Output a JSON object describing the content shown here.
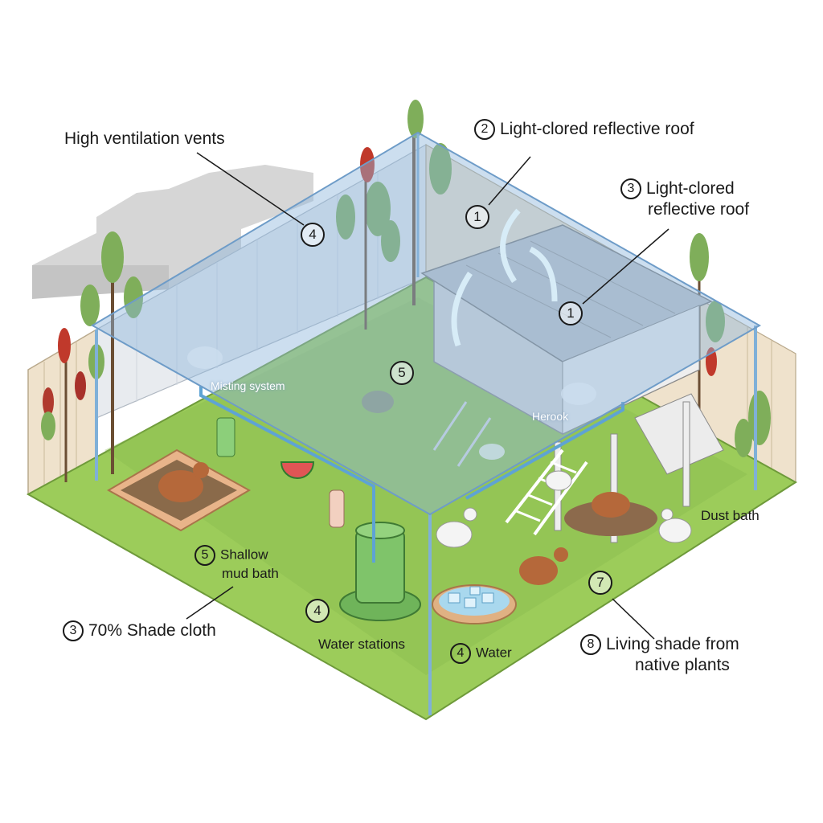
{
  "labels": {
    "vents": "High ventilation vents",
    "roof2_num": "2",
    "roof2_text": "Light-clored reflective roof",
    "roof3_num": "3",
    "roof3_line1": "Light-clored",
    "roof3_line2": "reflective roof",
    "misting": "Misting system",
    "henhouse": "Herook",
    "dust_bath": "Dust bath",
    "mud_num": "5",
    "mud_line1": "Shallow",
    "mud_line2": "mud bath",
    "shade_num": "3",
    "shade_text": "70% Shade cloth",
    "water_stations": "Water stations",
    "water_num": "4",
    "water_text": "Water",
    "living_num": "8",
    "living_line1": "Living shade from",
    "living_line2": "native plants"
  },
  "markers": {
    "m_vent": "4",
    "m_roof_a": "1",
    "m_roof_b": "1",
    "m_center": "5",
    "m_stations": "4",
    "m_native": "7"
  },
  "colors": {
    "shade_cloth": "#8fb6dc",
    "grass": "#9ccc5a",
    "fence": "#efe2cc",
    "coop": "#c7c7c7",
    "hen_brown": "#b5683a",
    "hen_white": "#f4f4f4",
    "feeder_green": "#7fc46a",
    "ice_water": "#a9d8ee"
  }
}
